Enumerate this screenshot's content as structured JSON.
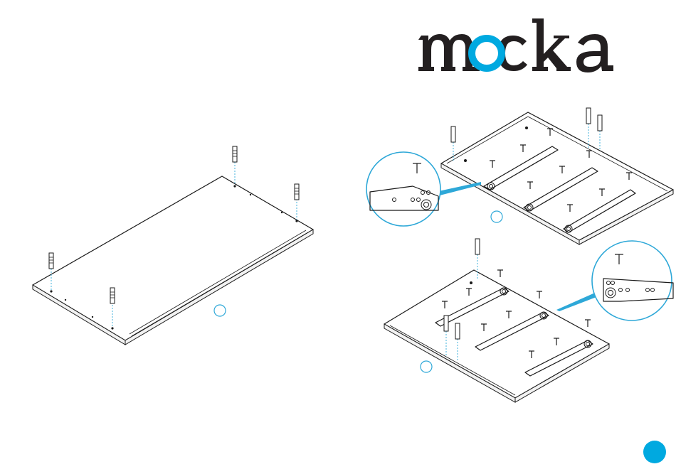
{
  "brand": {
    "logo_text": "mocka",
    "logo_color": "#231f20",
    "accent_color": "#00a9e0"
  },
  "colors": {
    "line": "#1a1a1a",
    "guide": "#2ea8d8",
    "page_marker": "#00a9e0"
  },
  "figures": [
    {
      "name": "panel-with-cam-bolts",
      "icon": "flat-panel-icon"
    },
    {
      "name": "panel-with-runners-top",
      "icon": "drawer-runner-panel-icon"
    },
    {
      "name": "panel-with-runners-bottom",
      "icon": "drawer-runner-panel-icon"
    }
  ]
}
